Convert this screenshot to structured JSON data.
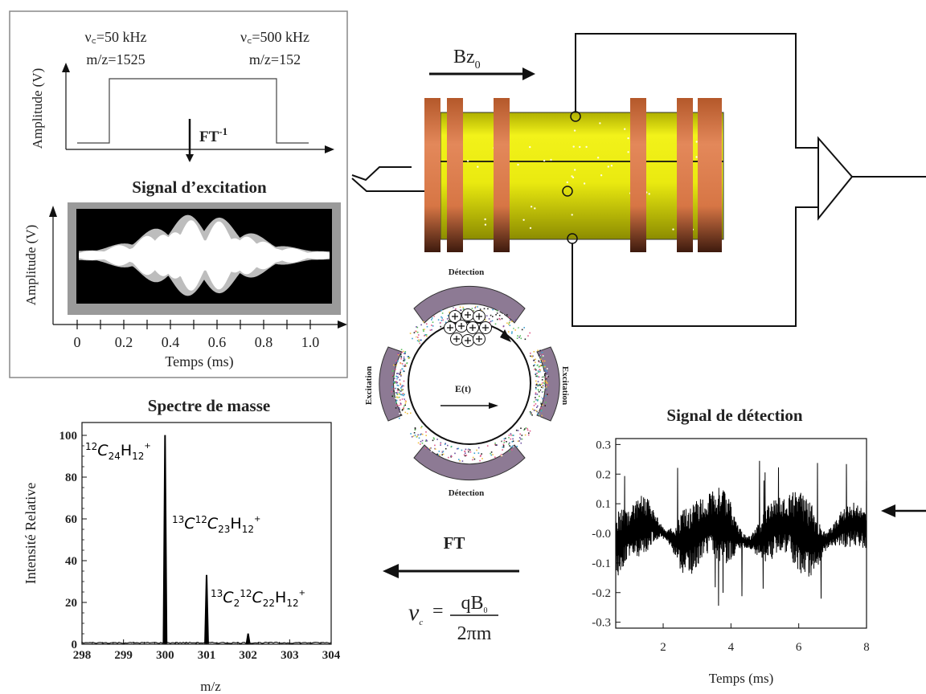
{
  "excitation_panel": {
    "freq_low": "ν꜀=50 kHz",
    "mz_low": "m/z=1525",
    "freq_high": "ν꜀=500 kHz",
    "mz_high": "m/z=152",
    "amplitude_label": "Amplitude (V)",
    "ift_label": "FT",
    "ift_sup": "-1",
    "signal_title": "Signal d’excitation",
    "time_label": "Temps (ms)",
    "time_ticks": [
      "0",
      "0.2",
      "0.4",
      "0.6",
      "0.8",
      "1.0"
    ]
  },
  "cell": {
    "field_label": "Bz",
    "field_sub": "0"
  },
  "orbit": {
    "detection_top": "Détection",
    "detection_bottom": "Détection",
    "excitation_left": "Excitation",
    "excitation_right": "Excitation",
    "field_label": "E(t)"
  },
  "transform": {
    "ft_label": "FT",
    "nu": "ν",
    "nu_sub": "c",
    "numerator": "qB",
    "numerator_sub": "0",
    "denominator": "2πm"
  },
  "colors": {
    "cylinder": "#e8e812",
    "plate": "#d97a4a",
    "orbit_noise": "#9a7fa0"
  },
  "chart_data": [
    {
      "type": "line",
      "title": "Spectre de masse",
      "xlabel": "m/z",
      "ylabel": "Intensité Relative",
      "x_ticks": [
        "298",
        "299",
        "300",
        "301",
        "302",
        "303",
        "304"
      ],
      "y_ticks": [
        "0",
        "20",
        "40",
        "60",
        "80",
        "100"
      ],
      "xlim": [
        298,
        304
      ],
      "ylim": [
        0,
        100
      ],
      "peaks": [
        {
          "x": 300.0,
          "y": 100
        },
        {
          "x": 301.0,
          "y": 33
        },
        {
          "x": 302.0,
          "y": 5
        }
      ],
      "annotations": [
        {
          "sup1": "12",
          "main": "C",
          "sub1": "24",
          "h": "H",
          "sub2": "12",
          "sup2": "+"
        },
        {
          "sup1": "13",
          "main": "C",
          "sup1b": "12",
          "main2": "C",
          "sub1": "23",
          "h": "H",
          "sub2": "12",
          "sup2": "+"
        },
        {
          "sup1": "13",
          "main": "C",
          "sub0": "2",
          "sup1b": "12",
          "main2": "C",
          "sub1": "22",
          "h": "H",
          "sub2": "12",
          "sup2": "+"
        }
      ]
    },
    {
      "type": "line",
      "title": "Signal de détection",
      "xlabel": "Temps (ms)",
      "x_ticks": [
        "2",
        "4",
        "6",
        "8"
      ],
      "y_ticks": [
        "0.3",
        "0.2",
        "0.1",
        "-0.0",
        "-0.1",
        "-0.2",
        "-0.3"
      ],
      "xlim": [
        0.6,
        8
      ],
      "ylim": [
        -0.32,
        0.32
      ]
    }
  ]
}
